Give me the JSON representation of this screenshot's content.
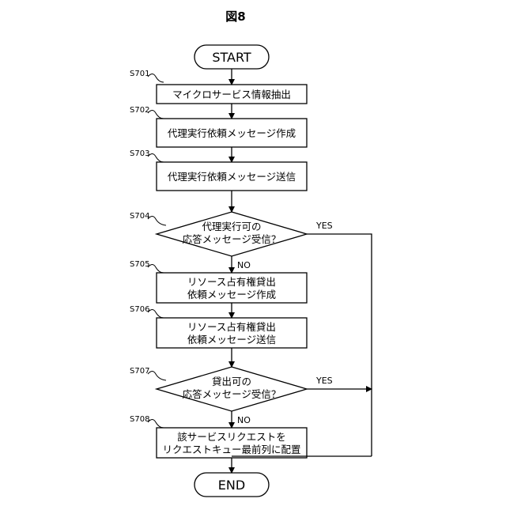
{
  "figure": {
    "title": "図8"
  },
  "terminals": {
    "start": "START",
    "end": "END"
  },
  "steps": [
    {
      "id": "S701",
      "lines": [
        "マイクロサービス情報抽出"
      ]
    },
    {
      "id": "S702",
      "lines": [
        "代理実行依頼メッセージ作成"
      ]
    },
    {
      "id": "S703",
      "lines": [
        "代理実行依頼メッセージ送信"
      ]
    },
    {
      "id": "S704",
      "lines": [
        "代理実行可の",
        "応答メッセージ受信？"
      ]
    },
    {
      "id": "S705",
      "lines": [
        "リソース占有権貸出",
        "依頼メッセージ作成"
      ]
    },
    {
      "id": "S706",
      "lines": [
        "リソース占有権貸出",
        "依頼メッセージ送信"
      ]
    },
    {
      "id": "S707",
      "lines": [
        "貸出可の",
        "応答メッセージ受信？"
      ]
    },
    {
      "id": "S708",
      "lines": [
        "該サービスリクエストを",
        "リクエストキュー最前列に配置"
      ]
    }
  ],
  "branches": {
    "yes": "YES",
    "no": "NO"
  }
}
